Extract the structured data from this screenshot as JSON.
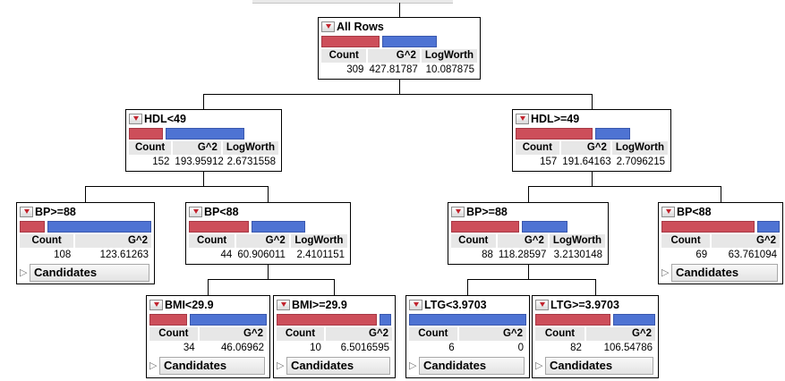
{
  "colors": {
    "red_bar": "#cd4e5a",
    "blue_bar": "#4e73d3"
  },
  "tree": {
    "edges": [
      [
        "all-rows",
        "hdl-lt-49"
      ],
      [
        "all-rows",
        "hdl-ge-49"
      ],
      [
        "hdl-lt-49",
        "bp-ge-88-left"
      ],
      [
        "hdl-lt-49",
        "bp-lt-88-left"
      ],
      [
        "hdl-ge-49",
        "bp-ge-88-right"
      ],
      [
        "hdl-ge-49",
        "bp-lt-88-right"
      ],
      [
        "bp-lt-88-left",
        "bmi-lt-29-9"
      ],
      [
        "bp-lt-88-left",
        "bmi-ge-29-9"
      ],
      [
        "bp-ge-88-right",
        "ltg-lt-3-9703"
      ],
      [
        "bp-ge-88-right",
        "ltg-ge-3-9703"
      ]
    ]
  },
  "nodes": [
    {
      "id": "all-rows",
      "label": "All Rows",
      "columns": [
        "Count",
        "G^2",
        "LogWorth"
      ],
      "values": [
        "309",
        "427.81787",
        "10.087875"
      ],
      "bar": {
        "red": 0.5,
        "blue": 0.47
      },
      "candidates": null
    },
    {
      "id": "hdl-lt-49",
      "label": "HDL<49",
      "columns": [
        "Count",
        "G^2",
        "LogWorth"
      ],
      "values": [
        "152",
        "193.95912",
        "2.6731558"
      ],
      "bar": {
        "red": 0.29,
        "blue": 0.68
      },
      "candidates": null
    },
    {
      "id": "hdl-ge-49",
      "label": "HDL>=49",
      "columns": [
        "Count",
        "G^2",
        "LogWorth"
      ],
      "values": [
        "157",
        "191.64163",
        "2.7096215"
      ],
      "bar": {
        "red": 0.66,
        "blue": 0.3
      },
      "candidates": null
    },
    {
      "id": "bp-ge-88-left",
      "label": "BP>=88",
      "columns": [
        "Count",
        "G^2"
      ],
      "values": [
        "108",
        "123.61263"
      ],
      "bar": {
        "red": 0.19,
        "blue": 0.79
      },
      "candidates": "Candidates"
    },
    {
      "id": "bp-lt-88-left",
      "label": "BP<88",
      "columns": [
        "Count",
        "G^2",
        "LogWorth"
      ],
      "values": [
        "44",
        "60.906011",
        "2.4101151"
      ],
      "bar": {
        "red": 0.52,
        "blue": 0.46
      },
      "candidates": null
    },
    {
      "id": "bp-ge-88-right",
      "label": "BP>=88",
      "columns": [
        "Count",
        "G^2",
        "LogWorth"
      ],
      "values": [
        "88",
        "118.28597",
        "3.2130148"
      ],
      "bar": {
        "red": 0.59,
        "blue": 0.39
      },
      "candidates": null
    },
    {
      "id": "bp-lt-88-right",
      "label": "BP<88",
      "columns": [
        "Count",
        "G^2"
      ],
      "values": [
        "69",
        "63.761094"
      ],
      "bar": {
        "red": 0.79,
        "blue": 0.19
      },
      "candidates": "Candidates"
    },
    {
      "id": "bmi-lt-29-9",
      "label": "BMI<29.9",
      "columns": [
        "Count",
        "G^2"
      ],
      "values": [
        "34",
        "46.06962"
      ],
      "bar": {
        "red": 0.32,
        "blue": 0.66
      },
      "candidates": "Candidates"
    },
    {
      "id": "bmi-ge-29-9",
      "label": "BMI>=29.9",
      "columns": [
        "Count",
        "G^2"
      ],
      "values": [
        "10",
        "6.5016595"
      ],
      "bar": {
        "red": 0.87,
        "blue": 0.1
      },
      "candidates": "Candidates"
    },
    {
      "id": "ltg-lt-3-9703",
      "label": "LTG<3.9703",
      "columns": [
        "Count",
        "G^2"
      ],
      "values": [
        "6",
        "0"
      ],
      "bar": {
        "red": 0,
        "blue": 1.0
      },
      "candidates": "Candidates"
    },
    {
      "id": "ltg-ge-3-9703",
      "label": "LTG>=3.9703",
      "columns": [
        "Count",
        "G^2"
      ],
      "values": [
        "82",
        "106.54786"
      ],
      "bar": {
        "red": 0.63,
        "blue": 0.35
      },
      "candidates": "Candidates"
    }
  ]
}
